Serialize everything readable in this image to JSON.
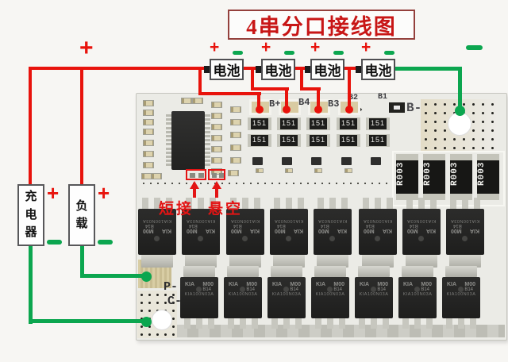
{
  "title": "4串分口接线图",
  "symbols": {
    "plus": "+",
    "minus": "-"
  },
  "batteries": {
    "label": "电池",
    "count": 4
  },
  "devices": {
    "charger": "充电器",
    "load": "负载"
  },
  "board": {
    "pad_labels": [
      "B+",
      "B4",
      "B3",
      "B2",
      "B1"
    ],
    "terminal_labels": {
      "b_minus": "B-",
      "p_minus": "P-",
      "c_minus": "C-"
    },
    "annotations": {
      "short_jumper": "短接",
      "floating": "悬空"
    },
    "smd_resistor_label": "151",
    "shunt_label": "R003",
    "mosfet": {
      "brand": "KIA",
      "code": "M00",
      "lot": "B14",
      "part": "KIA100N03A",
      "top_row_count": 8,
      "bottom_row_count": 7
    }
  },
  "colors": {
    "wire_red": "#e8130c",
    "wire_green": "#0ca64f",
    "title_red": "#c81616",
    "annotation_red": "#e31414",
    "board": "#ebebe6"
  }
}
